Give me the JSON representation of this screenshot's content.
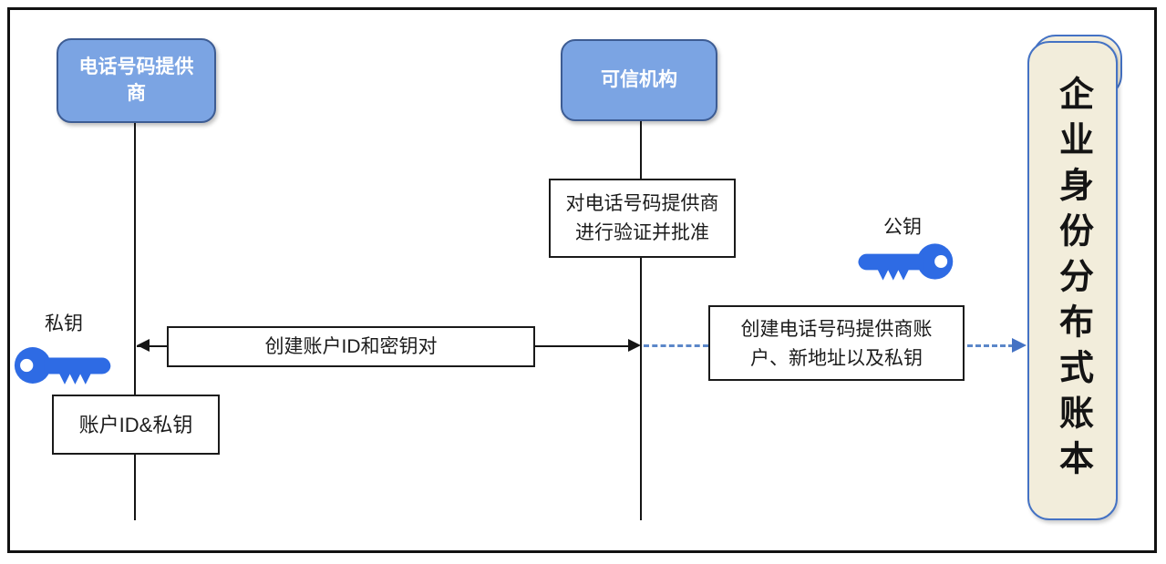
{
  "diagram": {
    "type": "sequence-flow",
    "actors": [
      {
        "id": "phone-provider",
        "lines": [
          "电话号码提供",
          "商"
        ]
      },
      {
        "id": "trusted-authority",
        "lines": [
          "可信机构"
        ]
      }
    ],
    "ledger": {
      "label": "企业身份分布式账本"
    },
    "boxes": {
      "verify": {
        "lines": [
          "对电话号码提供商",
          "进行验证并批准"
        ]
      },
      "create_account": {
        "label": "创建账户ID和密钥对"
      },
      "create_provider": {
        "lines": [
          "创建电话号码提供商账",
          "户、新地址以及私钥"
        ]
      },
      "account_result": {
        "label": "账户ID&私钥"
      }
    },
    "keys": {
      "private": {
        "label": "私钥"
      },
      "public": {
        "label": "公钥"
      }
    }
  },
  "colors": {
    "actor_fill": "#7BA4E3",
    "actor_border": "#3D5C93",
    "actor_text": "#FFFFFF",
    "ledger_fill": "#F2EDDB",
    "ledger_border": "#4472C4",
    "key_blue": "#2E6BE4",
    "dashed_line": "#5B87C9",
    "line_black": "#151515"
  }
}
